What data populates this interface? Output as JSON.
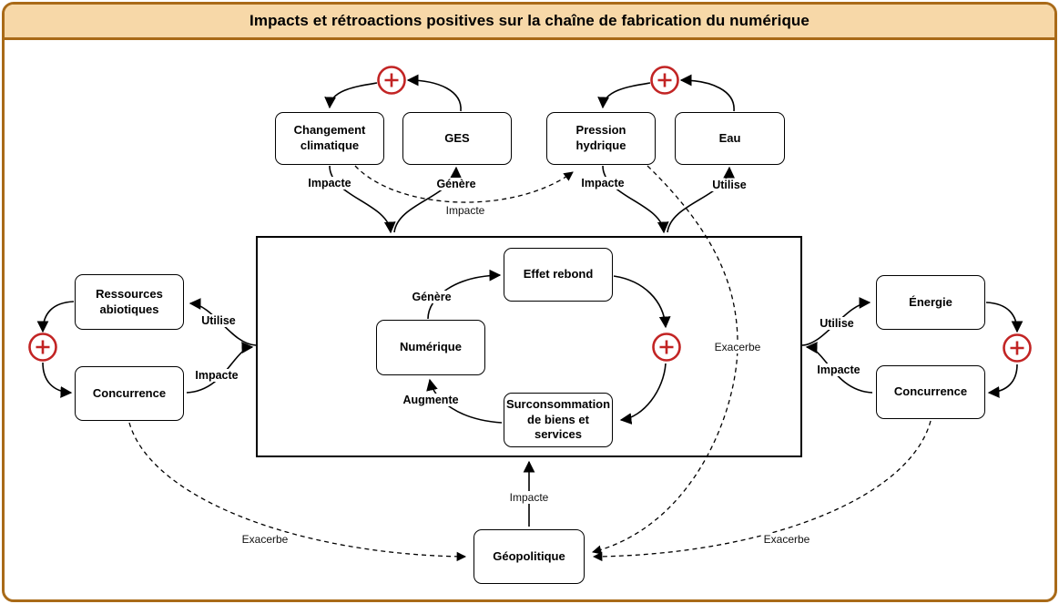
{
  "title": "Impacts et rétroactions positives sur la chaîne de fabrication du numérique",
  "nodes": {
    "changement_climatique": "Changement climatique",
    "ges": "GES",
    "pression_hydrique": "Pression hydrique",
    "eau": "Eau",
    "ressources_abiotiques": "Ressources abiotiques",
    "concurrence_gauche": "Concurrence",
    "energie": "Énergie",
    "concurrence_droite": "Concurrence",
    "geopolitique": "Géopolitique",
    "effet_rebond": "Effet rebond",
    "numerique": "Numérique",
    "surconsommation": "Surconsommation de biens et services"
  },
  "edge_labels": {
    "cc_to_chain": "Impacte",
    "chain_to_ges": "Génère",
    "ph_to_chain": "Impacte",
    "chain_to_eau": "Utilise",
    "chain_to_ressources": "Utilise",
    "concurrence_g_to_chain": "Impacte",
    "chain_to_energie": "Utilise",
    "concurrence_d_to_chain": "Impacte",
    "numerique_to_effet_rebond": "Génère",
    "surconso_to_numerique": "Augmente",
    "geopolitique_to_chain": "Impacte",
    "cc_to_ph": "Impacte",
    "concurrence_g_to_geo": "Exacerbe",
    "concurrence_d_to_geo": "Exacerbe",
    "ph_to_geo": "Exacerbe"
  },
  "icons": {
    "plus_feedback_icon": "+"
  },
  "colors": {
    "feedback_red": "#C22424",
    "frame_border": "#A96A18",
    "title_background": "#F7D8A8",
    "edge_black": "#000000",
    "background": "#FFFFFF"
  }
}
